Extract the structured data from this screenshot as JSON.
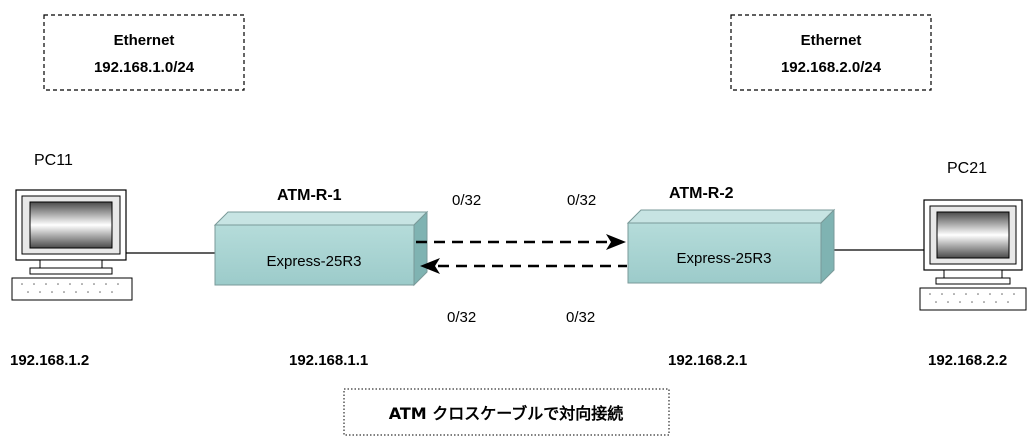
{
  "networks": {
    "left": {
      "name": "Ethernet",
      "subnet": "192.168.1.0/24"
    },
    "right": {
      "name": "Ethernet",
      "subnet": "192.168.2.0/24"
    }
  },
  "hosts": {
    "pc_left": {
      "name": "PC11",
      "ip": "192.168.1.2"
    },
    "pc_right": {
      "name": "PC21",
      "ip": "192.168.2.2"
    }
  },
  "routers": {
    "left": {
      "name": "ATM-R-1",
      "model": "Express-25R3",
      "ip": "192.168.1.1"
    },
    "right": {
      "name": "ATM-R-2",
      "model": "Express-25R3",
      "ip": "192.168.2.1"
    }
  },
  "links": {
    "top_left_vc": "0/32",
    "top_right_vc": "0/32",
    "bottom_left_vc": "0/32",
    "bottom_right_vc": "0/32"
  },
  "caption": "ATM クロスケーブルで対向接続",
  "colors": {
    "router_front": "#a9d4d3",
    "router_top": "#c7e4e3",
    "router_side": "#7fb3b2",
    "line": "#000000"
  }
}
